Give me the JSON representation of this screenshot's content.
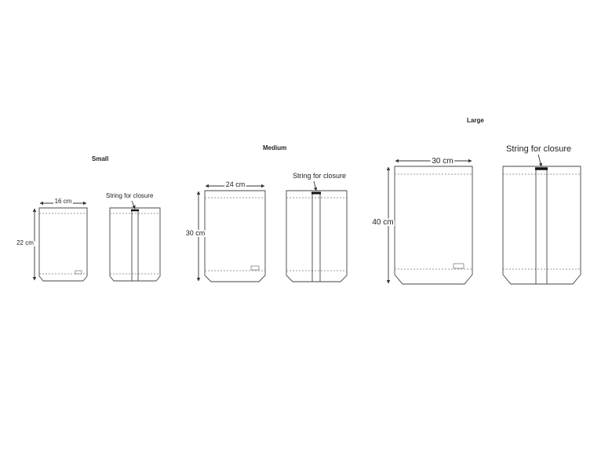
{
  "sizes": {
    "small": {
      "title": "Small",
      "width_label": "16 cm",
      "height_label": "22 cm",
      "string_label": "String for closure"
    },
    "medium": {
      "title": "Medium",
      "width_label": "24 cm",
      "height_label": "30 cm",
      "string_label": "String for closure"
    },
    "large": {
      "title": "Large",
      "width_label": "30 cm",
      "height_label": "40 cm",
      "string_label": "String for closure"
    }
  },
  "colors": {
    "outline": "#444444",
    "text": "#222222",
    "background": "#ffffff"
  }
}
